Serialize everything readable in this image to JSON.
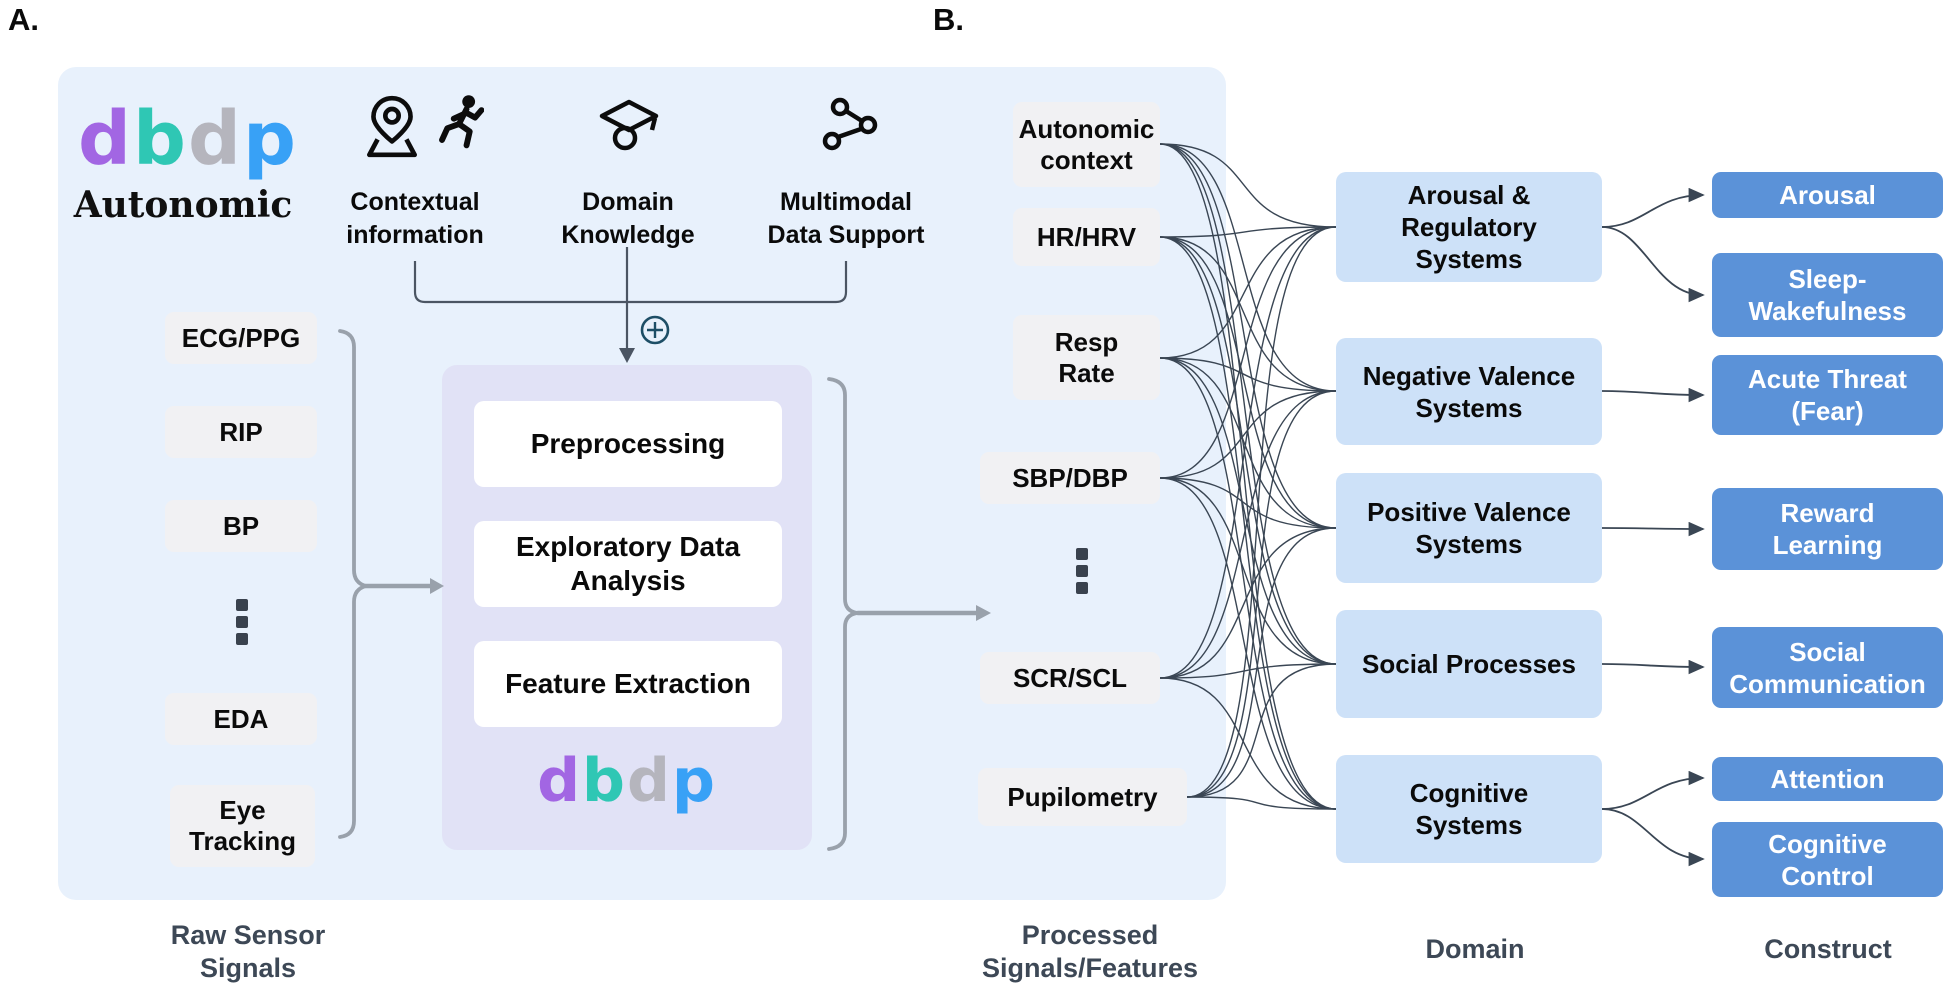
{
  "section_labels": {
    "a": "A.",
    "b": "B."
  },
  "logo": {
    "letters": [
      {
        "ch": "d",
        "color": "#a266e3"
      },
      {
        "ch": "b",
        "color": "#2fc7b4"
      },
      {
        "ch": "d",
        "color": "#b5b5bd"
      },
      {
        "ch": "p",
        "color": "#38a1f6"
      }
    ],
    "name": "Autonomic"
  },
  "auxiliary_inputs": {
    "contextual": {
      "label": "Contextual\ninformation",
      "icons": [
        "location-pin-icon",
        "runner-icon"
      ]
    },
    "domain_knowledge": {
      "label": "Domain\nKnowledge",
      "icons": [
        "graduation-cap-icon"
      ]
    },
    "multimodal": {
      "label": "Multimodal\nData Support",
      "icons": [
        "share-network-icon"
      ]
    }
  },
  "merge_symbol": "+",
  "raw_signals": {
    "ecg_ppg": {
      "label": "ECG/PPG"
    },
    "rip": {
      "label": "RIP"
    },
    "bp": {
      "label": "BP"
    },
    "eda": {
      "label": "EDA"
    },
    "eye_tracking": {
      "label": "Eye\nTracking"
    }
  },
  "pipeline": {
    "steps": {
      "preprocessing": {
        "label": "Preprocessing"
      },
      "exploratory": {
        "label": "Exploratory Data\nAnalysis"
      },
      "feature_extraction": {
        "label": "Feature Extraction"
      }
    }
  },
  "processed_signals": {
    "autonomic_context": {
      "label": "Autonomic\ncontext"
    },
    "hr_hrv": {
      "label": "HR/HRV"
    },
    "resp_rate": {
      "label": "Resp\nRate"
    },
    "sbp_dbp": {
      "label": "SBP/DBP"
    },
    "scr_scl": {
      "label": "SCR/SCL"
    },
    "pupilometry": {
      "label": "Pupilometry"
    }
  },
  "domains": {
    "arousal_regulatory": {
      "label": "Arousal &\nRegulatory\nSystems"
    },
    "negative_valence": {
      "label": "Negative Valence\nSystems"
    },
    "positive_valence": {
      "label": "Positive Valence\nSystems"
    },
    "social_processes": {
      "label": "Social Processes"
    },
    "cognitive_systems": {
      "label": "Cognitive\nSystems"
    }
  },
  "constructs": {
    "arousal": {
      "label": "Arousal"
    },
    "sleep_wakefulness": {
      "label": "Sleep-\nWakefulness"
    },
    "acute_threat": {
      "label": "Acute Threat\n(Fear)"
    },
    "reward_learning": {
      "label": "Reward\nLearning"
    },
    "social_communication": {
      "label": "Social\nCommunication"
    },
    "attention": {
      "label": "Attention"
    },
    "cognitive_control": {
      "label": "Cognitive\nControl"
    }
  },
  "column_labels": {
    "raw": "Raw Sensor\nSignals",
    "processed": "Processed\nSignals/Features",
    "domain": "Domain",
    "construct": "Construct"
  },
  "mappings": {
    "signal_to_domain": [
      {
        "from": "autonomic_context",
        "to": [
          "arousal_regulatory",
          "negative_valence",
          "positive_valence",
          "social_processes",
          "cognitive_systems"
        ]
      },
      {
        "from": "hr_hrv",
        "to": [
          "arousal_regulatory",
          "negative_valence",
          "positive_valence",
          "social_processes",
          "cognitive_systems"
        ]
      },
      {
        "from": "resp_rate",
        "to": [
          "arousal_regulatory",
          "negative_valence",
          "positive_valence",
          "social_processes",
          "cognitive_systems"
        ]
      },
      {
        "from": "sbp_dbp",
        "to": [
          "arousal_regulatory",
          "negative_valence",
          "positive_valence",
          "social_processes",
          "cognitive_systems"
        ]
      },
      {
        "from": "scr_scl",
        "to": [
          "arousal_regulatory",
          "negative_valence",
          "positive_valence",
          "social_processes",
          "cognitive_systems"
        ]
      },
      {
        "from": "pupilometry",
        "to": [
          "arousal_regulatory",
          "negative_valence",
          "positive_valence",
          "social_processes",
          "cognitive_systems"
        ]
      }
    ],
    "domain_to_construct": [
      {
        "from": "arousal_regulatory",
        "to": [
          "arousal",
          "sleep_wakefulness"
        ]
      },
      {
        "from": "negative_valence",
        "to": [
          "acute_threat"
        ]
      },
      {
        "from": "positive_valence",
        "to": [
          "reward_learning"
        ]
      },
      {
        "from": "social_processes",
        "to": [
          "social_communication"
        ]
      },
      {
        "from": "cognitive_systems",
        "to": [
          "attention",
          "cognitive_control"
        ]
      }
    ]
  },
  "colors": {
    "panel_bg": "#e8f1fc",
    "pipeline_bg": "#e1e2f6",
    "chip_bg": "#f1f1f3",
    "domain_box_bg": "#cde1f8",
    "construct_box_bg": "#5b92d8",
    "construct_text": "#ffffff",
    "wire": "#3a4654",
    "gray_connector": "#99a1ab",
    "column_label_text": "#3d4856"
  }
}
